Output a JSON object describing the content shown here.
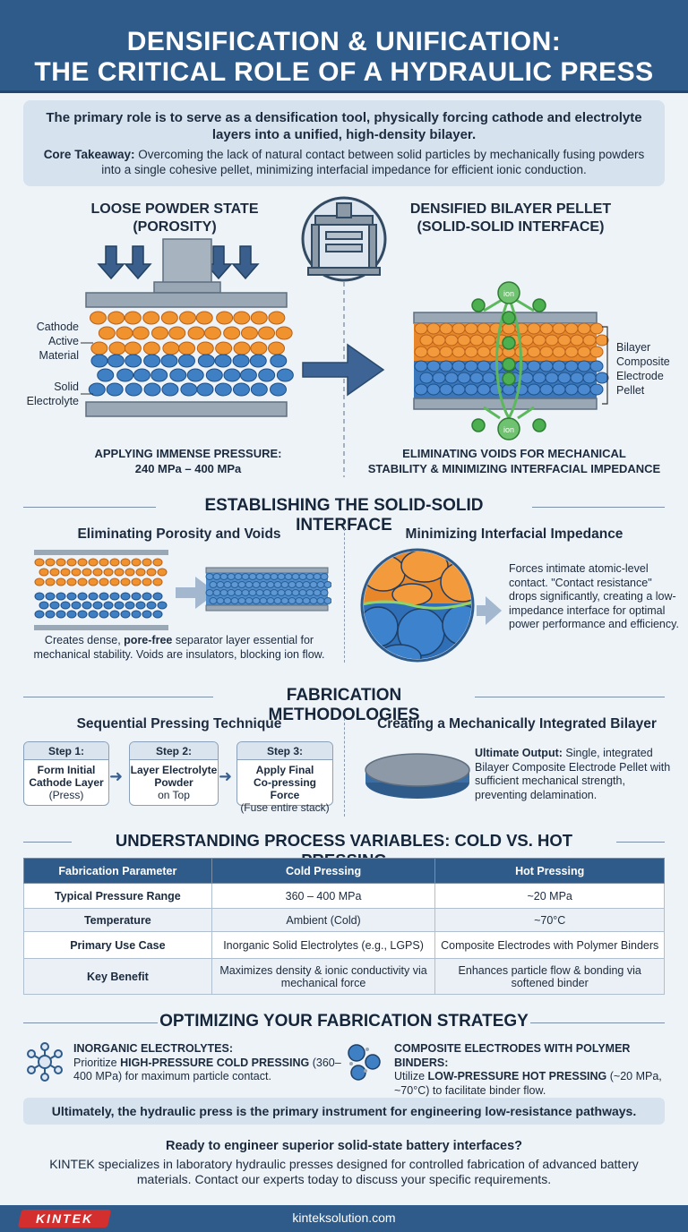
{
  "header": {
    "title_line1": "DENSIFICATION & UNIFICATION:",
    "title_line2": "THE CRITICAL ROLE OF A HYDRAULIC PRESS"
  },
  "intro": {
    "lead": "The primary role is to serve as a densification tool, physically forcing cathode and electrolyte layers into a unified, high-density bilayer.",
    "core_label": "Core Takeaway:",
    "core_text": " Overcoming the lack of natural contact between solid particles by mechanically fusing powders into a single cohesive pellet, minimizing interfacial impedance for efficient ionic conduction."
  },
  "hero": {
    "left_title_1": "LOOSE POWDER STATE",
    "left_title_2": "(POROSITY)",
    "right_title_1": "DENSIFIED BILAYER PELLET",
    "right_title_2": "(SOLID-SOLID INTERFACE)",
    "label_cathode_1": "Cathode",
    "label_cathode_2": "Active",
    "label_cathode_3": "Material",
    "label_solid_1": "Solid",
    "label_solid_2": "Electrolyte",
    "label_bilayer_1": "Bilayer",
    "label_bilayer_2": "Composite",
    "label_bilayer_3": "Electrode",
    "label_bilayer_4": "Pellet",
    "ion_top": "ion",
    "ion_bottom": "ion",
    "left_caption_1": "APPLYING IMMENSE PRESSURE:",
    "left_caption_2": "240 MPa – 400 MPa",
    "right_caption_1": "ELIMINATING VOIDS FOR MECHANICAL",
    "right_caption_2": "STABILITY & MINIMIZING INTERFACIAL IMPEDANCE"
  },
  "interface": {
    "title": "ESTABLISHING THE SOLID-SOLID INTERFACE",
    "left_title": "Eliminating Porosity and Voids",
    "left_text_a": "Creates dense, ",
    "left_text_b": "pore-free",
    "left_text_c": " separator layer essential for mechanical stability. Voids are insulators, blocking ion flow.",
    "right_title": "Minimizing Interfacial Impedance",
    "right_text": "Forces intimate atomic-level contact. \"Contact resistance\" drops significantly, creating a low-impedance interface for optimal power performance and efficiency."
  },
  "fabrication": {
    "title": "FABRICATION METHODOLOGIES",
    "left_title": "Sequential Pressing Technique",
    "right_title": "Creating a Mechanically Integrated Bilayer",
    "steps": [
      {
        "head": "Step 1:",
        "line1": "Form Initial",
        "line2": "Cathode Layer",
        "line3": "(Press)"
      },
      {
        "head": "Step 2:",
        "line1": "Layer Electrolyte",
        "line2": "Powder",
        "line3": "on Top"
      },
      {
        "head": "Step 3:",
        "line1": "Apply Final",
        "line2": "Co-pressing Force",
        "line3": "(Fuse entire stack)"
      }
    ],
    "output_label": "Ultimate Output:",
    "output_text": " Single, integrated Bilayer Composite Electrode Pellet with sufficient mechanical strength, preventing delamination."
  },
  "variables": {
    "title": "UNDERSTANDING PROCESS VARIABLES: COLD VS. HOT PRESSING",
    "headers": [
      "Fabrication Parameter",
      "Cold Pressing",
      "Hot Pressing"
    ],
    "rows": [
      [
        "Typical Pressure Range",
        "360 – 400 MPa",
        "~20 MPa"
      ],
      [
        "Temperature",
        "Ambient (Cold)",
        "~70°C"
      ],
      [
        "Primary Use Case",
        "Inorganic Solid Electrolytes (e.g., LGPS)",
        "Composite Electrodes with Polymer Binders"
      ],
      [
        "Key Benefit",
        "Maximizes density & ionic conductivity via mechanical force",
        "Enhances particle flow & bonding via softened binder"
      ]
    ]
  },
  "strategy": {
    "title": "OPTIMIZING YOUR FABRICATION STRATEGY",
    "left_head": "INORGANIC ELECTROLYTES:",
    "left_a": "Prioritize ",
    "left_b": "HIGH-PRESSURE COLD PRESSING",
    "left_c": " (360–400 MPa) for maximum particle contact.",
    "right_head": "COMPOSITE ELECTRODES WITH POLYMER BINDERS:",
    "right_a": "Utilize ",
    "right_b": "LOW-PRESSURE HOT PRESSING",
    "right_c": " (~20 MPa, ~70°C) to facilitate binder flow.",
    "banner": "Ultimately, the hydraulic press is the primary instrument for engineering low-resistance pathways."
  },
  "cta": {
    "question": "Ready to engineer superior solid-state battery interfaces?",
    "text": "KINTEK specializes in laboratory hydraulic presses designed for controlled fabrication of advanced battery materials. Contact our experts today to discuss your specific requirements."
  },
  "footer": {
    "logo": "KINTEK",
    "url": "kinteksolution.com"
  },
  "colors": {
    "navy": "#2f5b8a",
    "orange": "#f0922e",
    "blue": "#3f7fc4",
    "green": "#4caf50"
  }
}
